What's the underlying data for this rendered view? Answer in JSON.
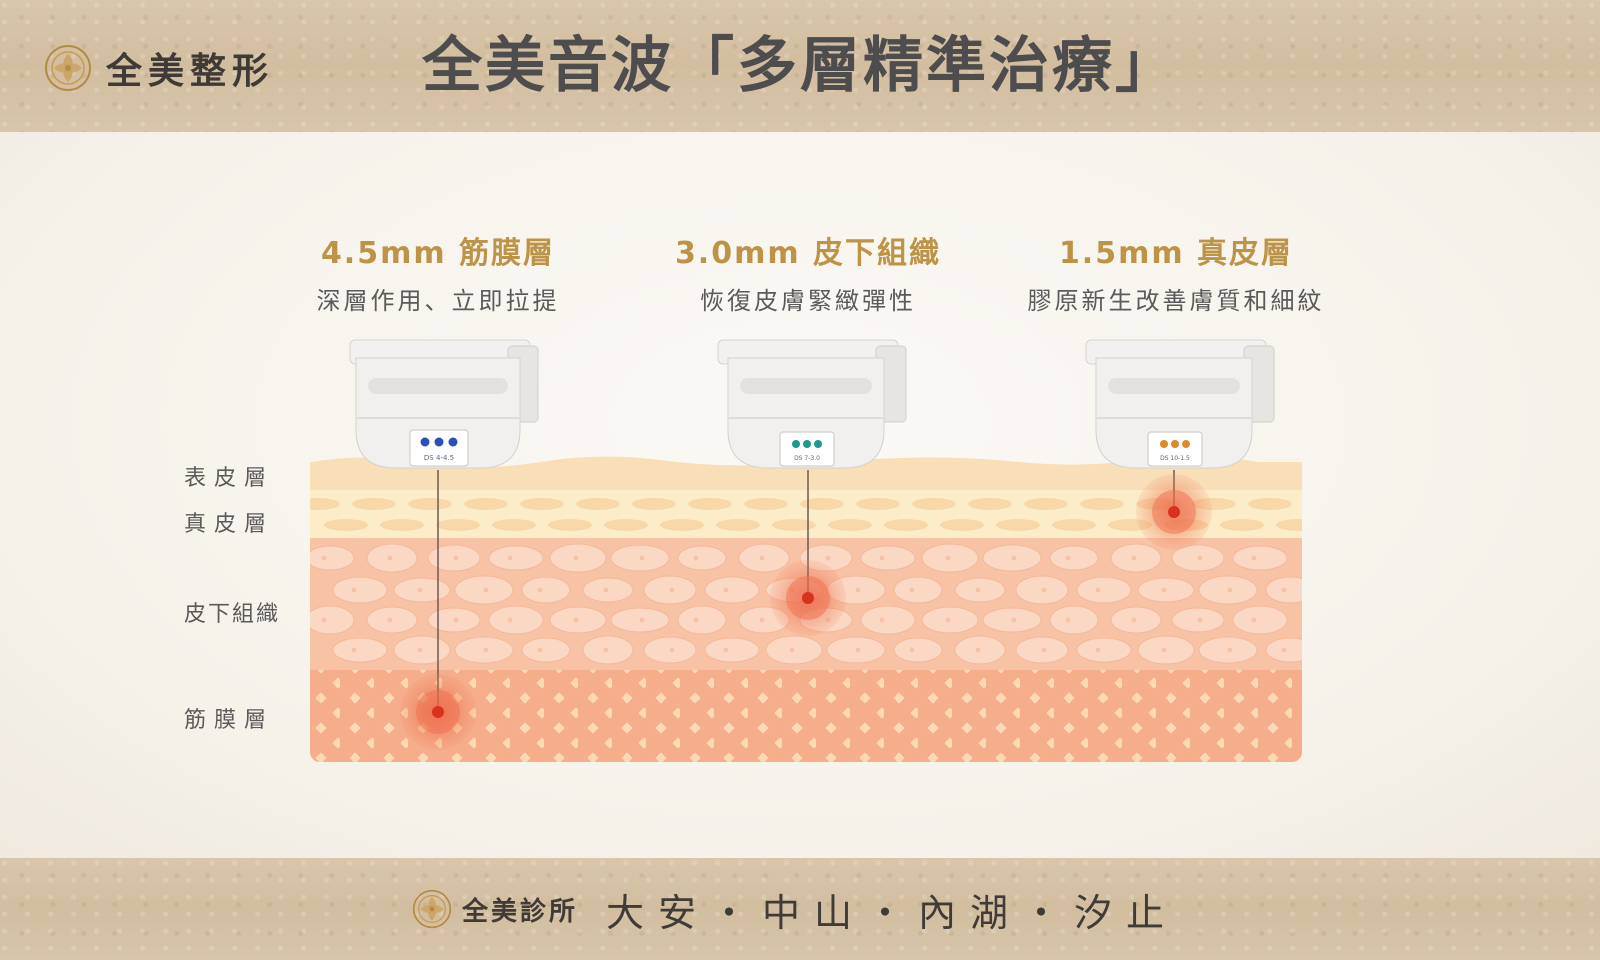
{
  "header": {
    "brand_name": "全美整形",
    "title": "全美音波「多層精準治療」"
  },
  "layers": [
    {
      "depth": "4.5mm 筋膜層",
      "effect": "深層作用、立即拉提",
      "cartridge_code": "DS 4-4.5",
      "dot_color": "#2a4fb8"
    },
    {
      "depth": "3.0mm 皮下組織",
      "effect": "恢復皮膚緊緻彈性",
      "cartridge_code": "DS 7-3.0",
      "dot_color": "#1e9a8c"
    },
    {
      "depth": "1.5mm 真皮層",
      "effect": "膠原新生改善膚質和細紋",
      "cartridge_code": "DS 10-1.5",
      "dot_color": "#e0882a"
    }
  ],
  "side_labels": {
    "epidermis": "表皮層",
    "dermis": "真皮層",
    "subcutaneous": "皮下組織",
    "smas": "筋膜層"
  },
  "footer": {
    "clinic": "全美診所",
    "branches": "大安・中山・內湖・汐止"
  },
  "colors": {
    "accent_gold": "#bd9348",
    "focus_red": "#e0442a",
    "epidermis": "#f9dfb8",
    "dermis": "#fcedc8",
    "subcutaneous": "#f8c2a4",
    "smas": "#f5ad8c"
  }
}
